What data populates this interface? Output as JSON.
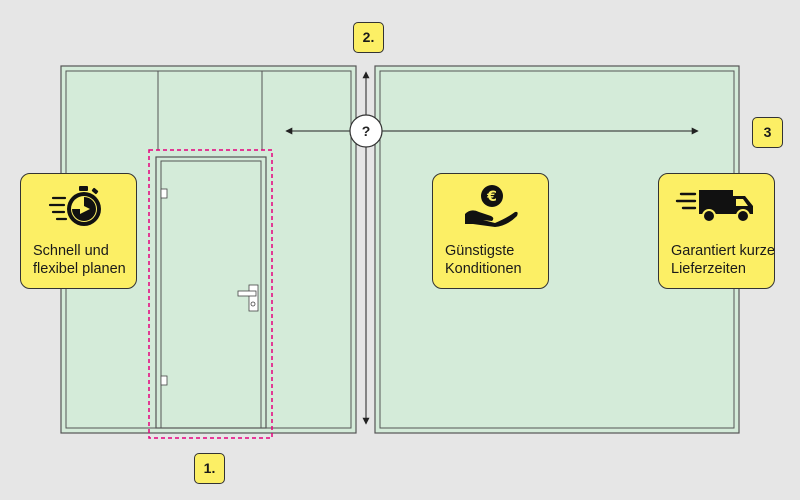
{
  "colors": {
    "background": "#e6e6e6",
    "glass_panel": "#d4ebd9",
    "frame_line": "#555555",
    "card_fill": "#fcef65",
    "card_border": "#333333",
    "door_outline": "#e6007e"
  },
  "badges": {
    "door": "1.",
    "gap": "2.",
    "right": "3"
  },
  "measurement": {
    "unknown_symbol": "?"
  },
  "cards": {
    "planning": {
      "icon": "stopwatch-icon",
      "lines": [
        "Schnell und",
        "flexibel planen"
      ]
    },
    "price": {
      "icon": "euro-hand-icon",
      "lines": [
        "Günstigste",
        "Konditionen"
      ]
    },
    "delivery": {
      "icon": "delivery-truck-icon",
      "lines": [
        "Garantiert kurze",
        "Lieferzeiten"
      ]
    }
  }
}
